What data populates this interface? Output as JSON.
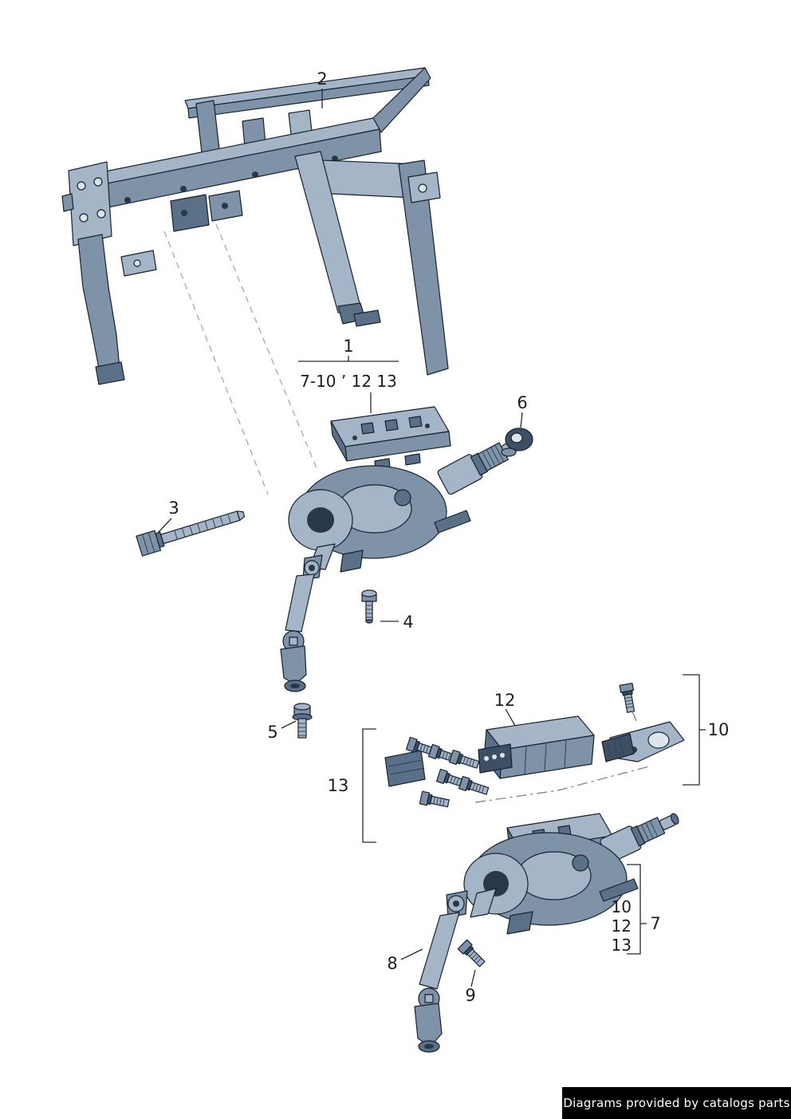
{
  "diagram": {
    "title": "Steering column exploded parts diagram",
    "colors": {
      "background": "#ffffff",
      "outline": "#16222f",
      "fill_light": "#a3b5c6",
      "fill_mid": "#7e93a8",
      "fill_dark": "#5a7086",
      "leader_dashed": "#9db0c2",
      "label_text": "#1d1d1d"
    },
    "callouts": {
      "part1": {
        "label": "1",
        "note": "7-10 ’ 12 13"
      },
      "part2": {
        "label": "2"
      },
      "part3": {
        "label": "3"
      },
      "part4": {
        "label": "4"
      },
      "part5": {
        "label": "5"
      },
      "part6": {
        "label": "6"
      },
      "part7": {
        "label": "7",
        "sublabels": [
          "10",
          "12",
          "13"
        ]
      },
      "part8": {
        "label": "8"
      },
      "part9": {
        "label": "9"
      },
      "part10": {
        "label": "10"
      },
      "part12": {
        "label": "12"
      },
      "part13": {
        "label": "13"
      }
    }
  },
  "footer": {
    "text": "Diagrams provided by catalogs parts",
    "background": "#000000",
    "text_color": "#ffffff"
  }
}
